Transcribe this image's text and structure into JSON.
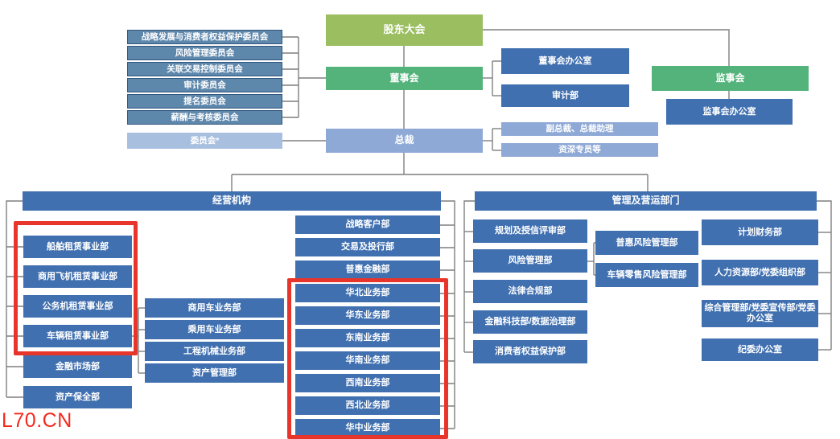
{
  "watermark": "L70.CN",
  "top": {
    "shareholders": "股东大会",
    "board": "董事会",
    "president": "总裁",
    "supervisory": "监事会",
    "supervisory_office": "监事会办公室",
    "board_office": "董事会办公室",
    "audit_dept": "审计部",
    "vp": "副总裁、总裁助理",
    "senior": "资深专员等",
    "committees": [
      "战略发展与消费者权益保护委员会",
      "风险管理委员会",
      "关联交易控制委员会",
      "审计委员会",
      "提名委员会",
      "薪酬与考核委员会"
    ],
    "committee_note": "委员会*"
  },
  "operations": {
    "header": "经营机构",
    "left": [
      "船舶租赁事业部",
      "商用飞机租赁事业部",
      "公务机租赁事业部",
      "车辆租赁事业部",
      "金融市场部",
      "资产保全部"
    ],
    "vehicle_sub": [
      "商用车业务部",
      "乘用车业务部",
      "工程机械业务部",
      "资产管理部"
    ],
    "mid": [
      "战略客户部",
      "交易及投行部",
      "普惠金融部",
      "华北业务部",
      "华东业务部",
      "东南业务部",
      "华南业务部",
      "西南业务部",
      "西北业务部",
      "华中业务部"
    ]
  },
  "management": {
    "header": "管理及营运部门",
    "left": [
      "规划及授信评审部",
      "风险管理部",
      "法律合规部",
      "金融科技部/数据治理部",
      "消费者权益保护部"
    ],
    "risk_sub": [
      "普惠风险管理部",
      "车辆零售风险管理部"
    ],
    "right": [
      "计划财务部",
      "人力资源部/党委组织部",
      "综合管理部/党委宣传部/党委办公室",
      "纪委办公室"
    ]
  },
  "colors": {
    "node_blue": "#4170B0",
    "node_slate": "#5E87AC",
    "node_green": "#53B37A",
    "node_yellow_green": "#9ABE60",
    "node_light_blue": "#8FA9D6",
    "node_pale_blue": "#A8BFDF",
    "connector_gray": "#7F7F7F",
    "highlight_red": "#E8352B",
    "watermark_red": "#F3291D"
  }
}
